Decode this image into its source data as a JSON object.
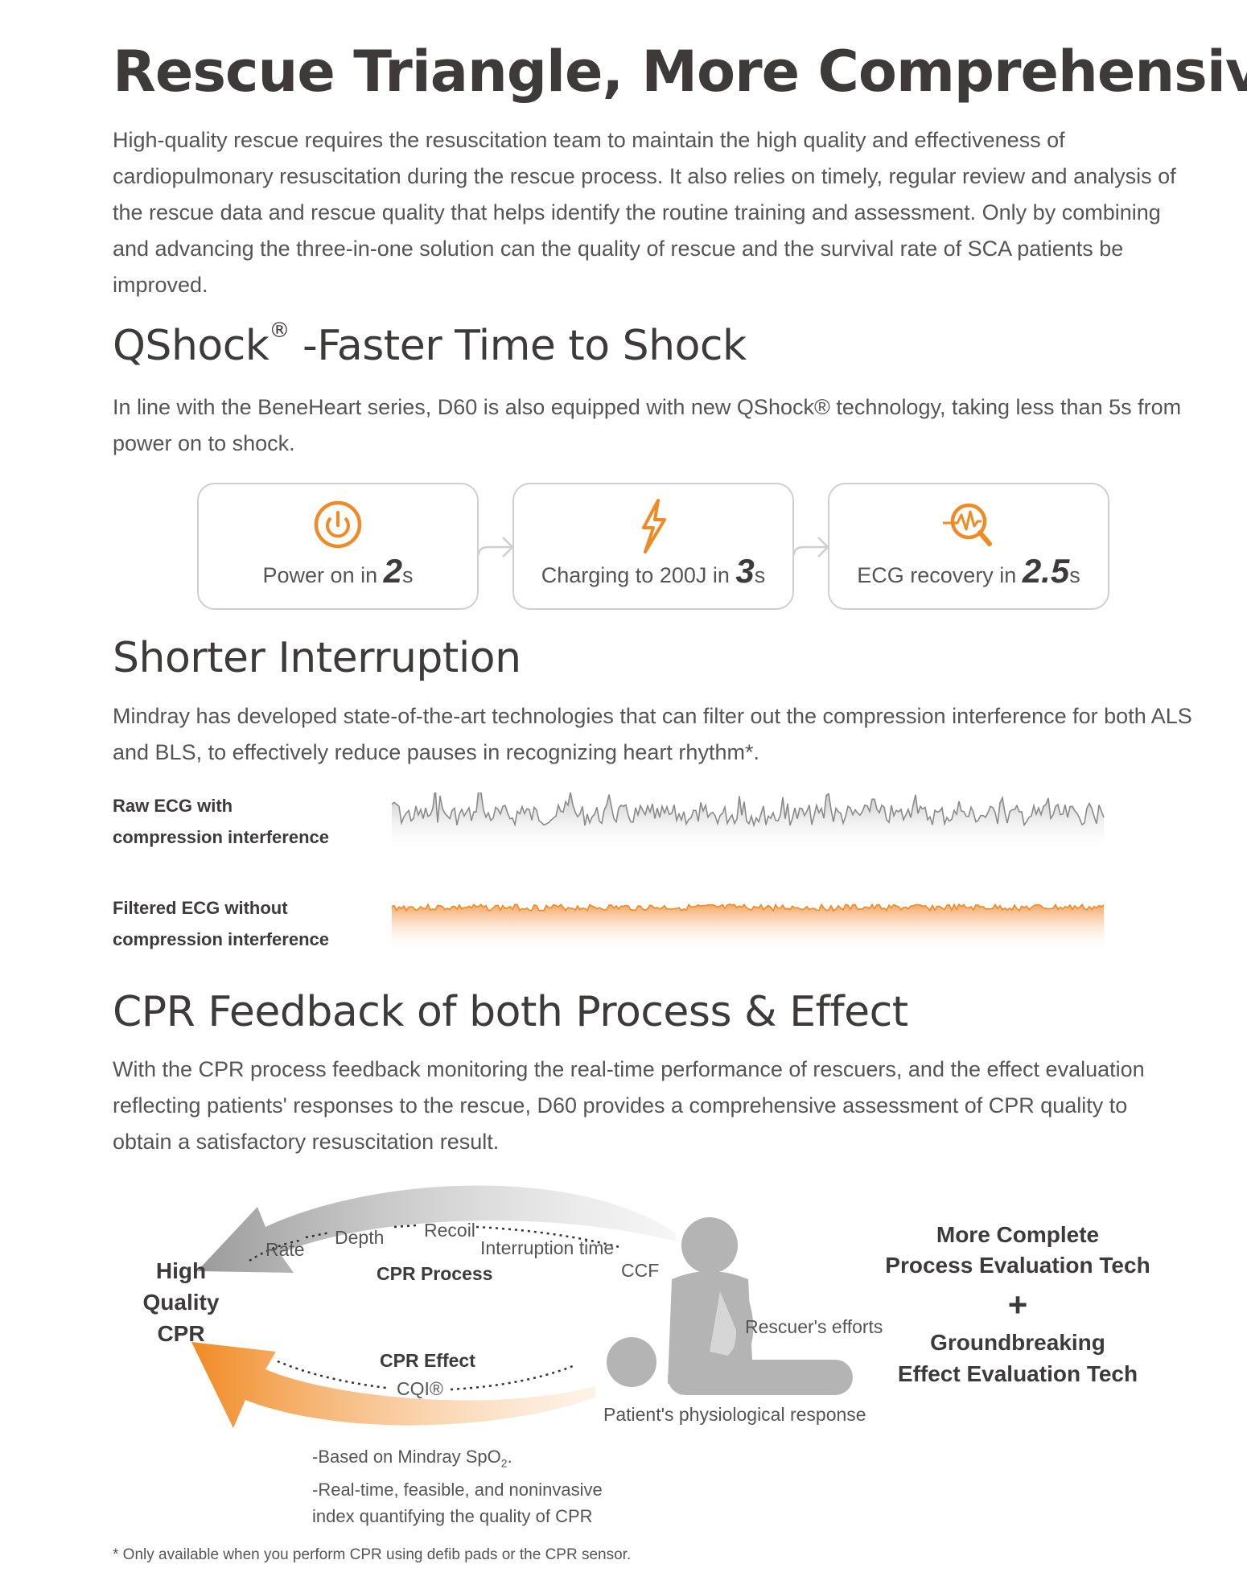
{
  "title": "Rescue Triangle, More Comprehensive",
  "intro": "High-quality rescue requires the resuscitation team to maintain the high quality and effectiveness of cardiopulmonary resuscitation during the rescue process. It also relies on timely, regular review and analysis of the rescue data and rescue quality that helps identify the routine training and assessment. Only by combining and advancing the three-in-one solution can the quality of rescue and the survival rate of SCA patients be improved.",
  "qshock": {
    "heading_main": "QShock",
    "heading_reg": "®",
    "heading_rest": " -Faster Time to Shock",
    "text": "In line with the BeneHeart series, D60 is also equipped with new QShock® technology, taking less than 5s from power on to shock.",
    "steps": [
      {
        "icon": "power-icon",
        "prefix": "Power on in ",
        "value": "2",
        "unit": "s"
      },
      {
        "icon": "lightning-icon",
        "prefix": "Charging to 200J in ",
        "value": "3",
        "unit": "s"
      },
      {
        "icon": "ecg-search-icon",
        "prefix": "ECG recovery in ",
        "value": "2.5",
        "unit": "s"
      }
    ]
  },
  "interruption": {
    "heading": "Shorter Interruption",
    "text": "Mindray has developed state-of-the-art technologies that can filter out the compression interference for both ALS and BLS, to effectively reduce pauses in recognizing heart rhythm*.",
    "raw_label_1": "Raw ECG with",
    "raw_label_2": "compression interference",
    "filtered_label_1": "Filtered ECG without",
    "filtered_label_2": "compression interference"
  },
  "cpr": {
    "heading": "CPR Feedback of both Process & Effect",
    "text": "With the CPR process feedback monitoring the real-time performance of rescuers, and the effect evaluation reflecting patients' responses to the rescue, D60 provides a comprehensive assessment of CPR quality to obtain a satisfactory resuscitation result.",
    "hq_1": "High",
    "hq_2": "Quality",
    "hq_3": "CPR",
    "rate": "Rate",
    "depth": "Depth",
    "recoil": "Recoil",
    "interruption_time": "Interruption time",
    "ccf": "CCF",
    "process": "CPR Process",
    "effect": "CPR Effect",
    "cqi": "CQI®",
    "rescuer": "Rescuer's efforts",
    "patient": "Patient's physiological response",
    "note_1": "-Based on Mindray SpO",
    "note_1_sub": "2",
    "note_1_end": ".",
    "note_2": "-Real-time, feasible, and noninvasive",
    "note_3": "index quantifying the quality of CPR",
    "right_1": "More Complete",
    "right_2": "Process Evaluation Tech",
    "plus": "+",
    "right_3": "Groundbreaking",
    "right_4": "Effect Evaluation Tech"
  },
  "footnote": "* Only available when you perform CPR using defib pads or the CPR sensor.",
  "colors": {
    "accent": "#f08a24",
    "gray": "#aaaaaa",
    "text": "#3d3a39"
  }
}
